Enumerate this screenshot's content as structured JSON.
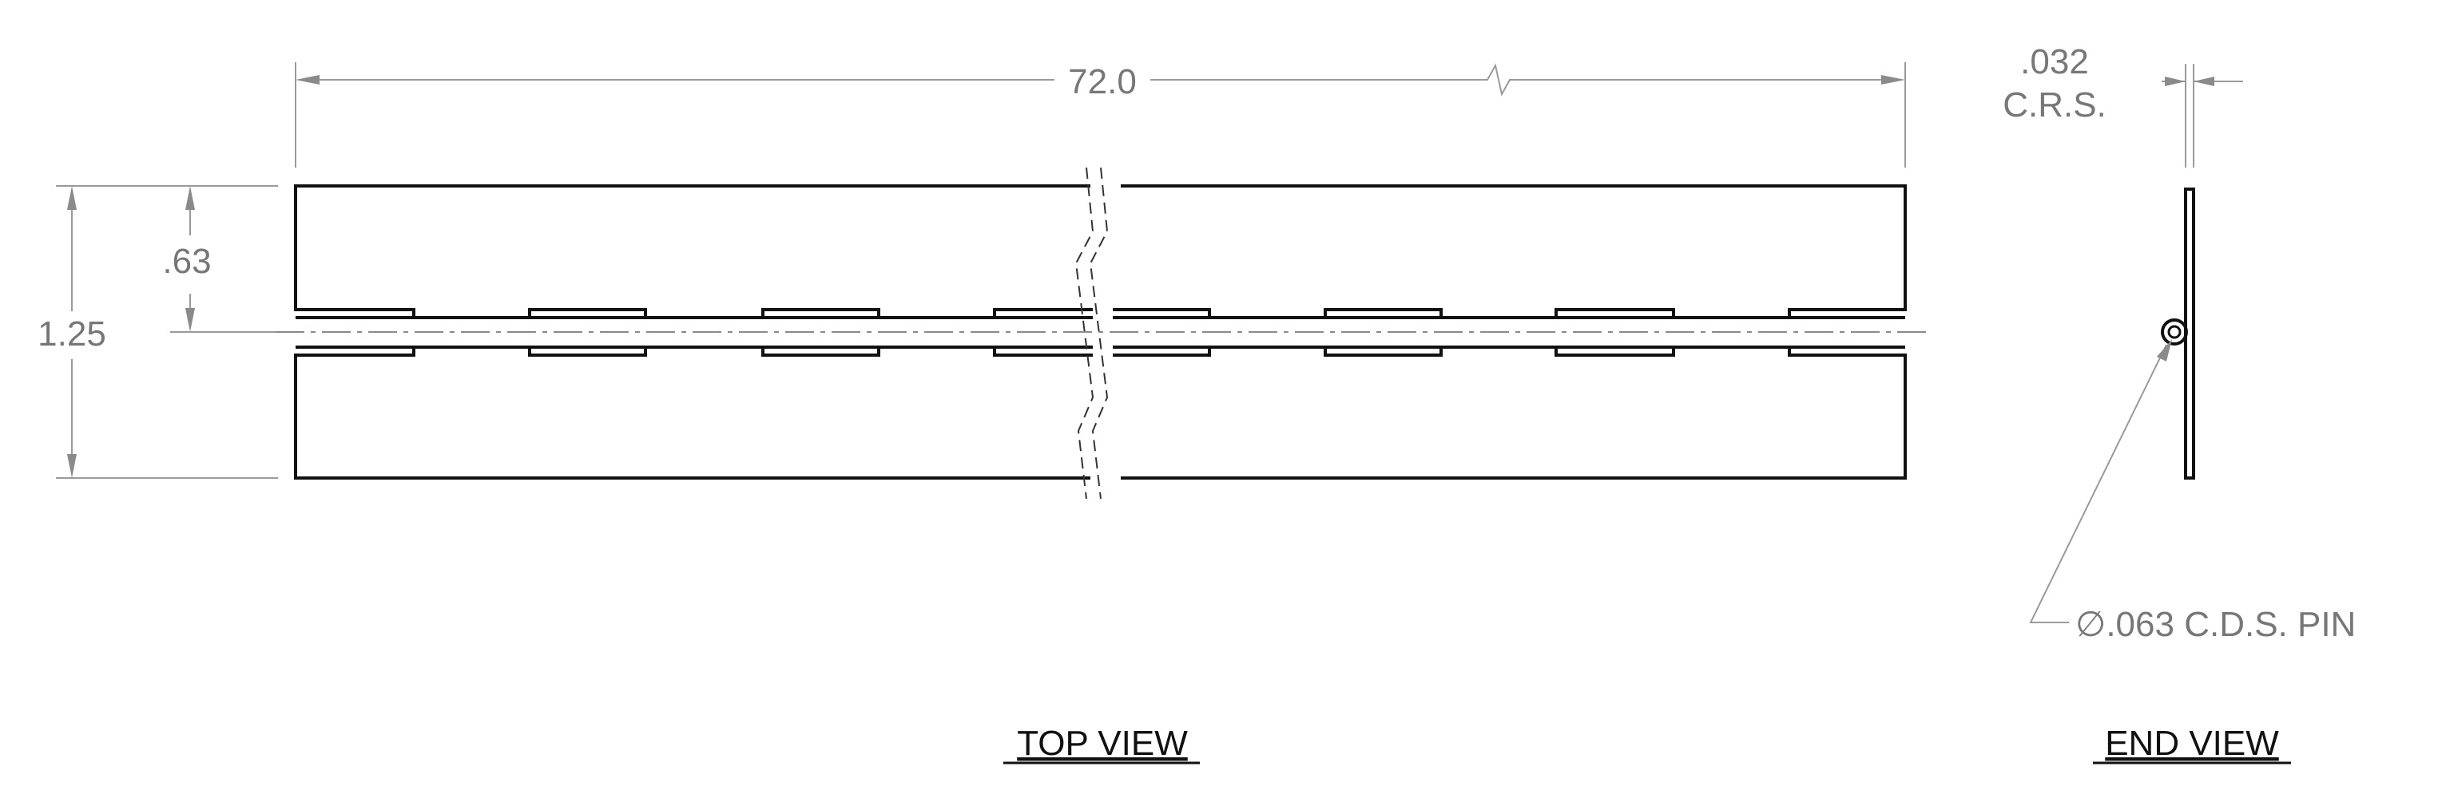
{
  "drawing": {
    "dimensions": {
      "overall_length": "72.0",
      "leaf_width": ".63",
      "open_width": "1.25",
      "material_thickness": ".032",
      "material": "C.R.S.",
      "pin": "∅.063 C.D.S. PIN"
    },
    "views": {
      "top": "TOP VIEW",
      "end": "END VIEW"
    }
  }
}
